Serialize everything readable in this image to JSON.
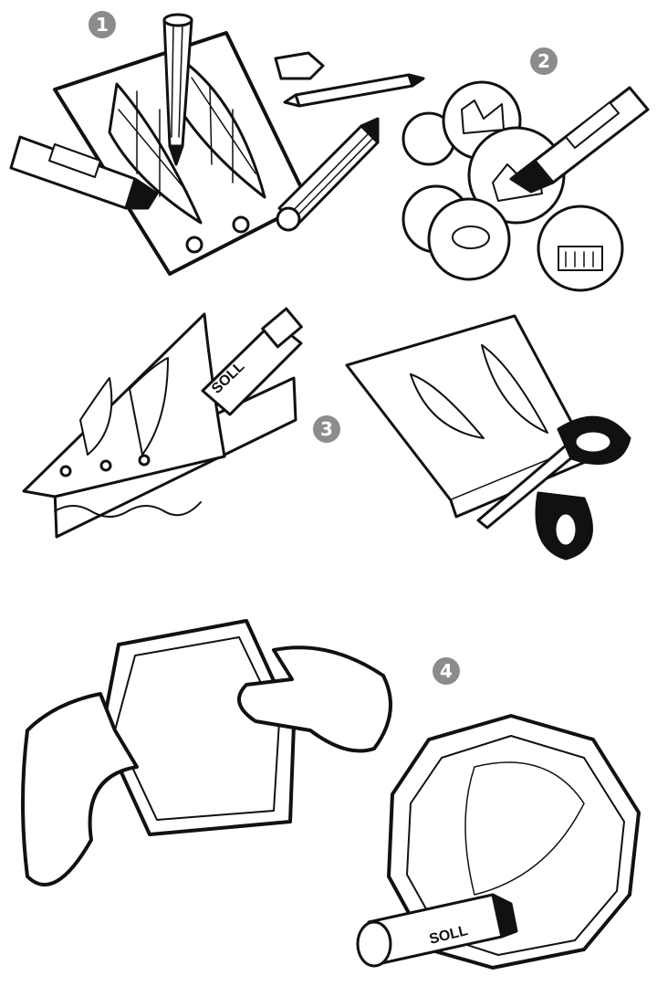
{
  "steps": [
    {
      "number": "1"
    },
    {
      "number": "2"
    },
    {
      "number": "3"
    },
    {
      "number": "4"
    }
  ],
  "glue_stick_label": "SOLL",
  "colors": {
    "ink": "#111111",
    "badge": "#8c8c8c",
    "paper": "#ffffff"
  }
}
